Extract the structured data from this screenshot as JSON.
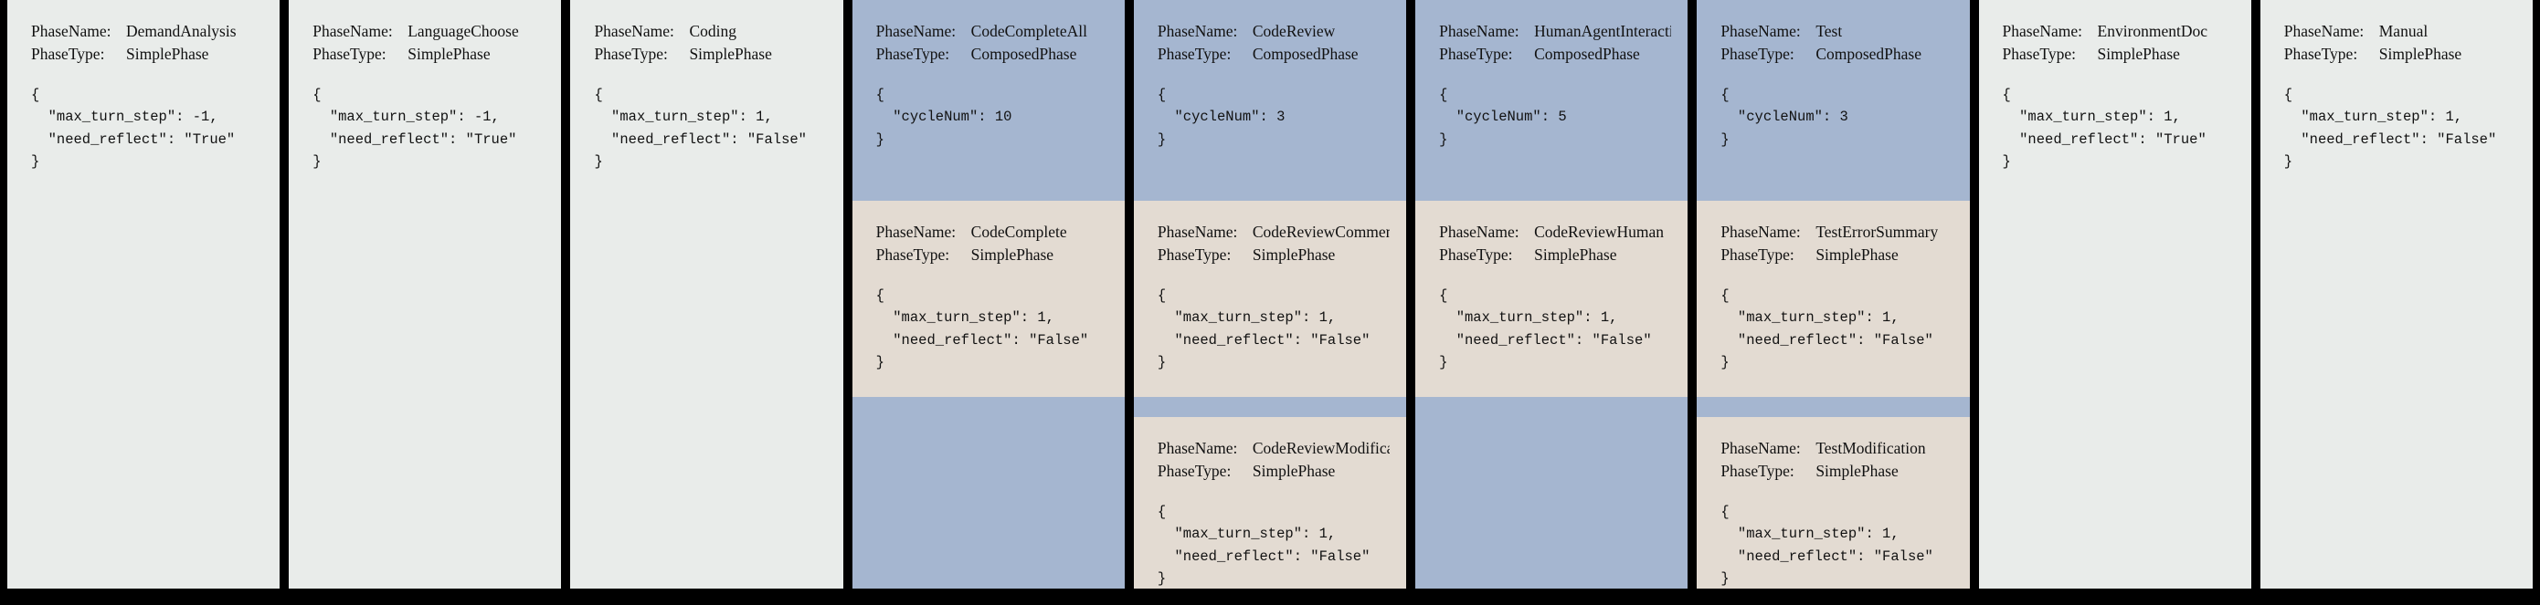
{
  "labels": {
    "phase_name_key": "PhaseName:",
    "phase_type_key": "PhaseType:",
    "brace_open": "{",
    "brace_close": "}"
  },
  "colors": {
    "background": "#000000",
    "simple_panel": "#e9ecea",
    "composed_panel": "#a5b6d0",
    "child_panel": "#e3dbd2",
    "text": "#111111"
  },
  "columns": [
    {
      "kind": "simple",
      "head": {
        "phase_name": "DemandAnalysis",
        "phase_type": "SimplePhase",
        "json_lines": [
          "{",
          "  \"max_turn_step\": -1,",
          "  \"need_reflect\": \"True\"",
          "}"
        ]
      },
      "children": []
    },
    {
      "kind": "simple",
      "head": {
        "phase_name": "LanguageChoose",
        "phase_type": "SimplePhase",
        "json_lines": [
          "{",
          "  \"max_turn_step\": -1,",
          "  \"need_reflect\": \"True\"",
          "}"
        ]
      },
      "children": []
    },
    {
      "kind": "simple",
      "head": {
        "phase_name": "Coding",
        "phase_type": "SimplePhase",
        "json_lines": [
          "{",
          "  \"max_turn_step\": 1,",
          "  \"need_reflect\": \"False\"",
          "}"
        ]
      },
      "children": []
    },
    {
      "kind": "composed",
      "head": {
        "phase_name": "CodeCompleteAll",
        "phase_type": "ComposedPhase",
        "json_lines": [
          "{",
          "  \"cycleNum\": 10",
          "}"
        ]
      },
      "children": [
        {
          "phase_name": "CodeComplete",
          "phase_type": "SimplePhase",
          "json_lines": [
            "{",
            "  \"max_turn_step\": 1,",
            "  \"need_reflect\": \"False\"",
            "}"
          ]
        }
      ]
    },
    {
      "kind": "composed",
      "head": {
        "phase_name": "CodeReview",
        "phase_type": "ComposedPhase",
        "json_lines": [
          "{",
          "  \"cycleNum\": 3",
          "}"
        ]
      },
      "children": [
        {
          "phase_name": "CodeReviewComment",
          "phase_type": "SimplePhase",
          "json_lines": [
            "{",
            "  \"max_turn_step\": 1,",
            "  \"need_reflect\": \"False\"",
            "}"
          ]
        },
        {
          "phase_name": "CodeReviewModification",
          "phase_type": "SimplePhase",
          "json_lines": [
            "{",
            "  \"max_turn_step\": 1,",
            "  \"need_reflect\": \"False\"",
            "}"
          ]
        }
      ]
    },
    {
      "kind": "composed",
      "head": {
        "phase_name": "HumanAgentInteraction",
        "phase_type": "ComposedPhase",
        "json_lines": [
          "{",
          "  \"cycleNum\": 5",
          "}"
        ]
      },
      "children": [
        {
          "phase_name": "CodeReviewHuman",
          "phase_type": "SimplePhase",
          "json_lines": [
            "{",
            "  \"max_turn_step\": 1,",
            "  \"need_reflect\": \"False\"",
            "}"
          ]
        }
      ]
    },
    {
      "kind": "composed",
      "head": {
        "phase_name": "Test",
        "phase_type": "ComposedPhase",
        "json_lines": [
          "{",
          "  \"cycleNum\": 3",
          "}"
        ]
      },
      "children": [
        {
          "phase_name": "TestErrorSummary",
          "phase_type": "SimplePhase",
          "json_lines": [
            "{",
            "  \"max_turn_step\": 1,",
            "  \"need_reflect\": \"False\"",
            "}"
          ]
        },
        {
          "phase_name": "TestModification",
          "phase_type": "SimplePhase",
          "json_lines": [
            "{",
            "  \"max_turn_step\": 1,",
            "  \"need_reflect\": \"False\"",
            "}"
          ]
        }
      ]
    },
    {
      "kind": "simple",
      "head": {
        "phase_name": "EnvironmentDoc",
        "phase_type": "SimplePhase",
        "json_lines": [
          "{",
          "  \"max_turn_step\": 1,",
          "  \"need_reflect\": \"True\"",
          "}"
        ]
      },
      "children": []
    },
    {
      "kind": "simple",
      "head": {
        "phase_name": "Manual",
        "phase_type": "SimplePhase",
        "json_lines": [
          "{",
          "  \"max_turn_step\": 1,",
          "  \"need_reflect\": \"False\"",
          "}"
        ]
      },
      "children": []
    }
  ]
}
